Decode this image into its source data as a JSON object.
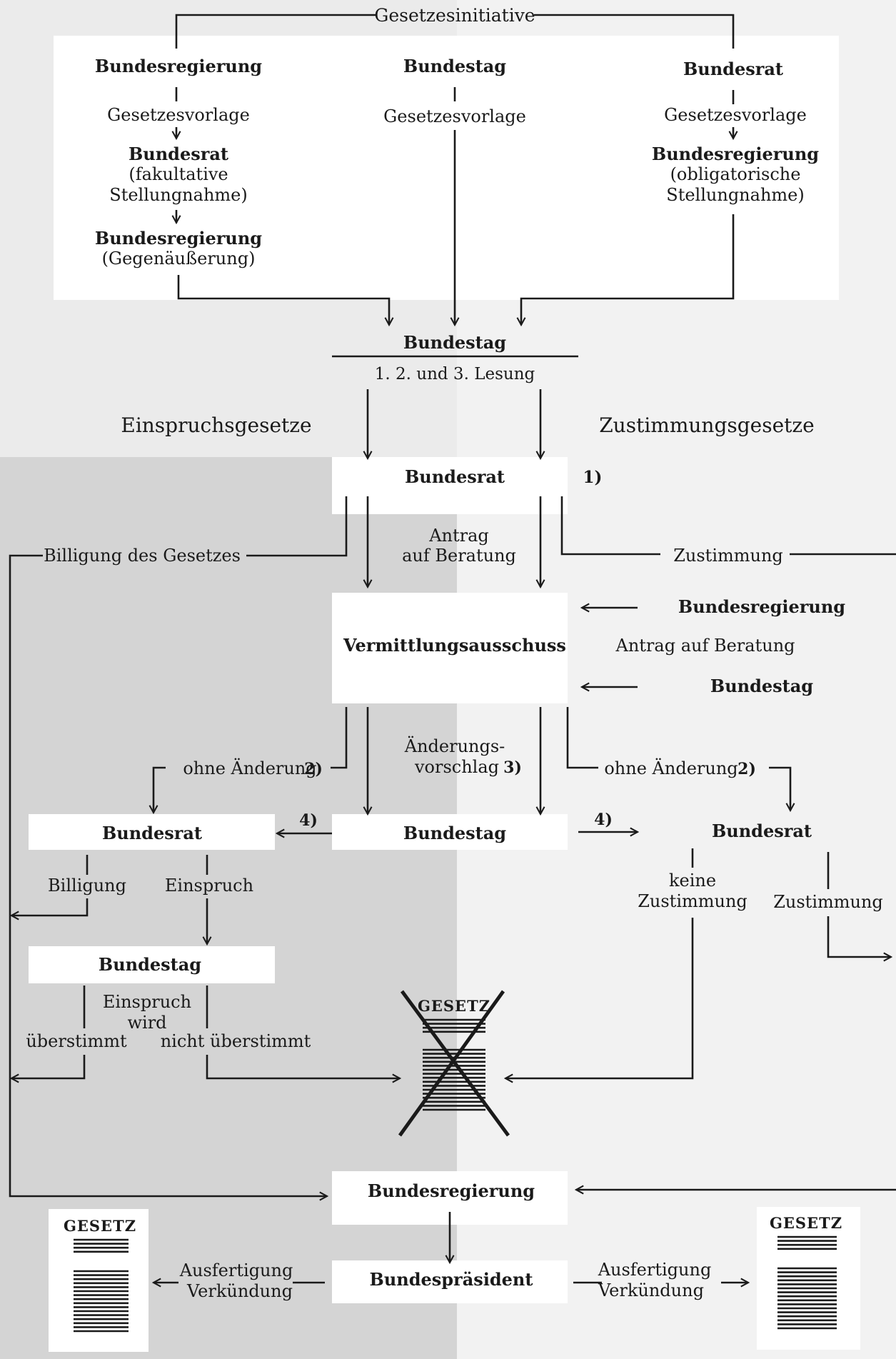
{
  "initiative": {
    "title": "Gesetzesinitiative",
    "left": {
      "actor": "Bundesregierung",
      "vorlage": "Gesetzesvorlage",
      "step1": [
        "Bundesrat",
        "(fakultative",
        "Stellungnahme)"
      ],
      "step2": [
        "Bundesregierung",
        "(Gegenäußerung)"
      ]
    },
    "middle": {
      "actor": "Bundestag",
      "vorlage": "Gesetzesvorlage"
    },
    "right": {
      "actor": "Bundesrat",
      "vorlage": "Gesetzesvorlage",
      "step1": [
        "Bundesregierung",
        "(obligatorische",
        "Stellungnahme)"
      ]
    }
  },
  "bundestag_main": {
    "title": "Bundestag",
    "subtitle": "1. 2. und 3. Lesung"
  },
  "branches": {
    "left": "Einspruchsgesetze",
    "right": "Zustimmungsgesetze"
  },
  "bundesrat_main": {
    "title": "Bundesrat",
    "note": "1)"
  },
  "labels": {
    "billigung_gesetz": "Billigung des Gesetzes",
    "antrag_beratung": [
      "Antrag",
      "auf Beratung"
    ],
    "zustimmung": "Zustimmung",
    "antrag_auf_beratung": "Antrag auf Beratung",
    "aenderungsvorschlag": [
      "Änderungs-",
      "vorschlag"
    ],
    "note3": "3)",
    "ohne_aenderung": "ohne Änderung",
    "note2": "2)",
    "note4": "4)",
    "billigung": "Billigung",
    "einspruch": "Einspruch",
    "einspruch_wird": [
      "Einspruch",
      "wird"
    ],
    "ueberstimmt": "überstimmt",
    "nicht_ueberstimmt": "nicht überstimmt",
    "keine_zustimmung": [
      "keine",
      "Zustimmung"
    ],
    "zustimmung2": "Zustimmung",
    "ausfertigung": [
      "Ausfertigung",
      "Verkündung"
    ]
  },
  "nodes": {
    "bundesregierung_request": "Bundesregierung",
    "bundestag_request": "Bundestag",
    "vermittlungsausschuss": "Vermittlungsausschuss",
    "bundesrat_left": "Bundesrat",
    "bundestag_center": "Bundestag",
    "bundesrat_right": "Bundesrat",
    "bundestag_lower": "Bundestag",
    "bundesregierung_final": "Bundesregierung",
    "bundespraesident": "Bundespräsident"
  },
  "gesetz_label": "GESETZ"
}
